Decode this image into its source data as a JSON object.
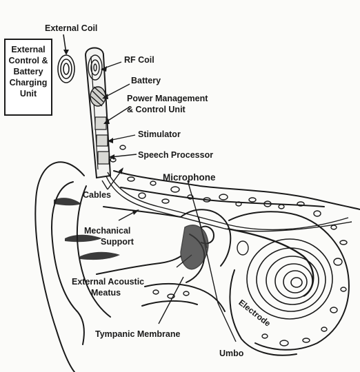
{
  "labels": {
    "external_coil": "External Coil",
    "external_control": "External\nControl &\nBattery\nCharging\nUnit",
    "rf_coil": "RF Coil",
    "battery": "Battery",
    "power_management_1": "Power Management",
    "power_management_2": "& Control Unit",
    "stimulator": "Stimulator",
    "speech_processor": "Speech Processor",
    "microphone": "Microphone",
    "cables": "Cables",
    "mechanical_1": "Mechanical",
    "mechanical_2": "Support",
    "meatus_1": "External Acoustic",
    "meatus_2": "Meatus",
    "tympanic_membrane": "Tympanic Membrane",
    "umbo": "Umbo",
    "electrode": "Electrode"
  },
  "colors": {
    "ink": "#1a1a1a",
    "background": "#fbfbf9"
  }
}
